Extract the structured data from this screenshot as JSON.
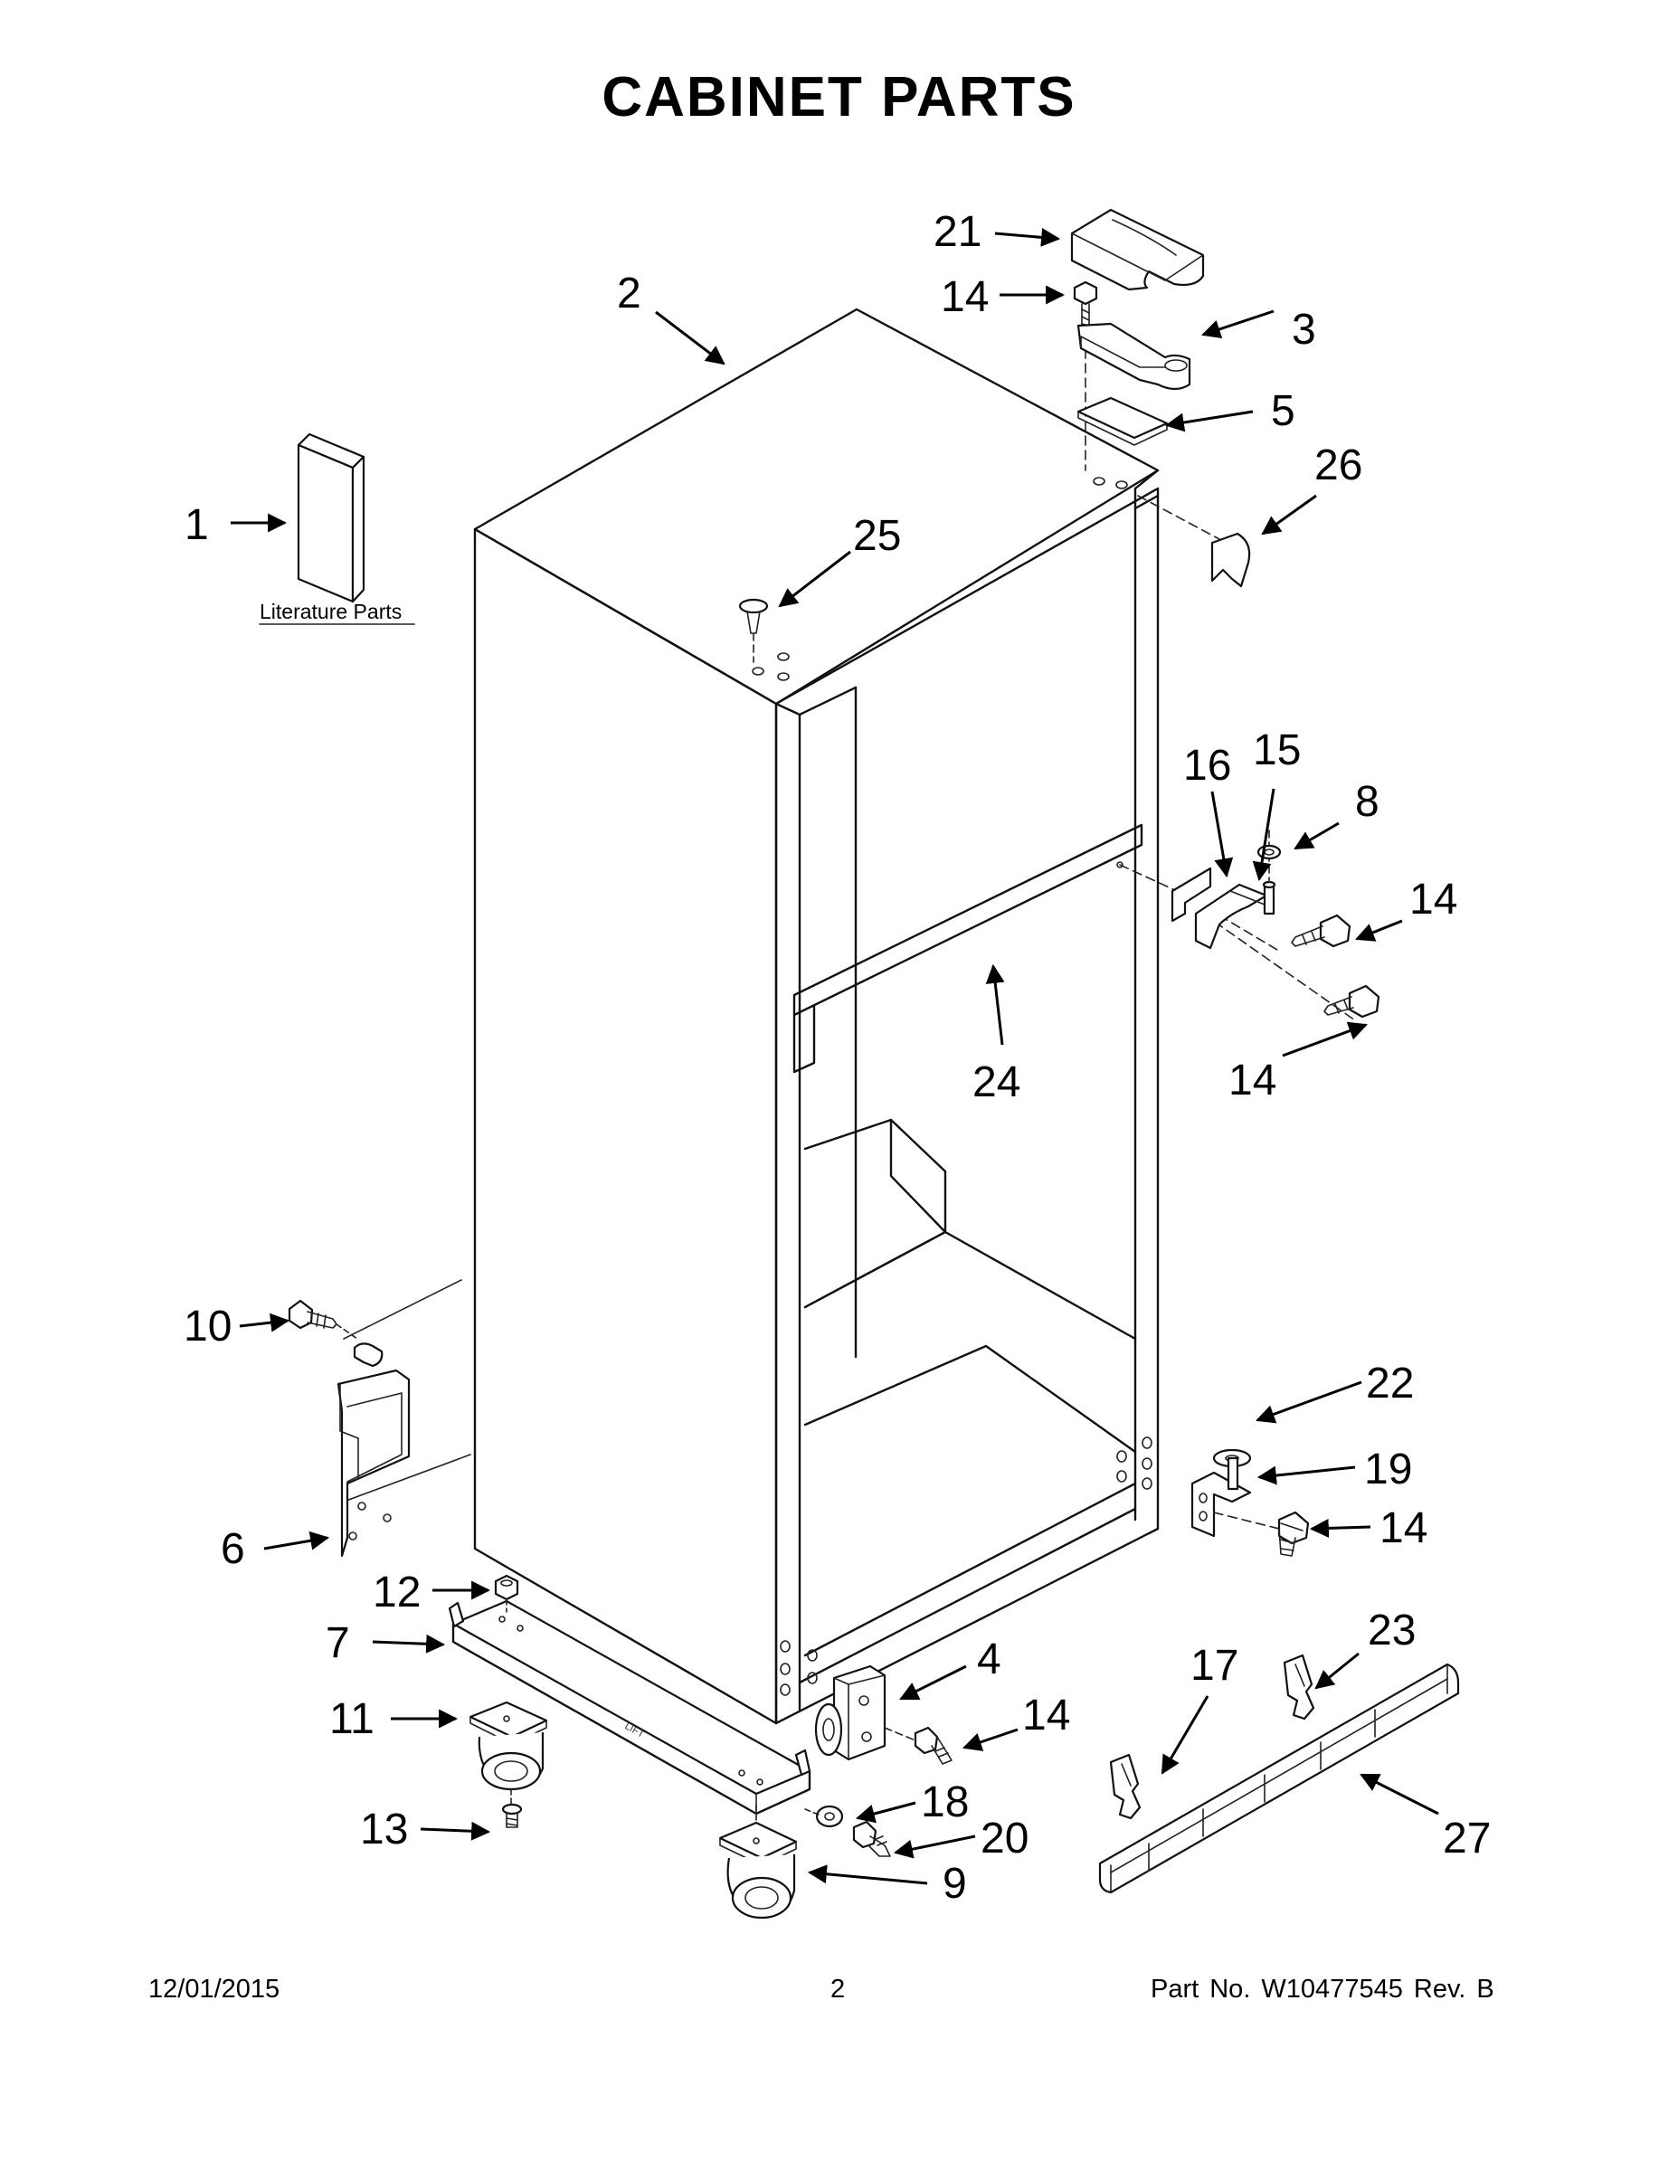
{
  "title": "CABINET PARTS",
  "literature_label": "Literature Parts",
  "callouts": [
    {
      "id": "c1",
      "label": "1"
    },
    {
      "id": "c2",
      "label": "2"
    },
    {
      "id": "c3",
      "label": "3"
    },
    {
      "id": "c4",
      "label": "4"
    },
    {
      "id": "c5",
      "label": "5"
    },
    {
      "id": "c6",
      "label": "6"
    },
    {
      "id": "c7",
      "label": "7"
    },
    {
      "id": "c8",
      "label": "8"
    },
    {
      "id": "c9",
      "label": "9"
    },
    {
      "id": "c10",
      "label": "10"
    },
    {
      "id": "c11",
      "label": "11"
    },
    {
      "id": "c12",
      "label": "12"
    },
    {
      "id": "c13",
      "label": "13"
    },
    {
      "id": "c14a",
      "label": "14"
    },
    {
      "id": "c14b",
      "label": "14"
    },
    {
      "id": "c14c",
      "label": "14"
    },
    {
      "id": "c14d",
      "label": "14"
    },
    {
      "id": "c14e",
      "label": "14"
    },
    {
      "id": "c15",
      "label": "15"
    },
    {
      "id": "c16",
      "label": "16"
    },
    {
      "id": "c17",
      "label": "17"
    },
    {
      "id": "c18",
      "label": "18"
    },
    {
      "id": "c19",
      "label": "19"
    },
    {
      "id": "c20",
      "label": "20"
    },
    {
      "id": "c21",
      "label": "21"
    },
    {
      "id": "c22",
      "label": "22"
    },
    {
      "id": "c23",
      "label": "23"
    },
    {
      "id": "c24",
      "label": "24"
    },
    {
      "id": "c25",
      "label": "25"
    },
    {
      "id": "c26",
      "label": "26"
    },
    {
      "id": "c27",
      "label": "27"
    }
  ],
  "footer": {
    "date": "12/01/2015",
    "page": "2",
    "part_number": "Part No.  W10477545  Rev.  B"
  }
}
